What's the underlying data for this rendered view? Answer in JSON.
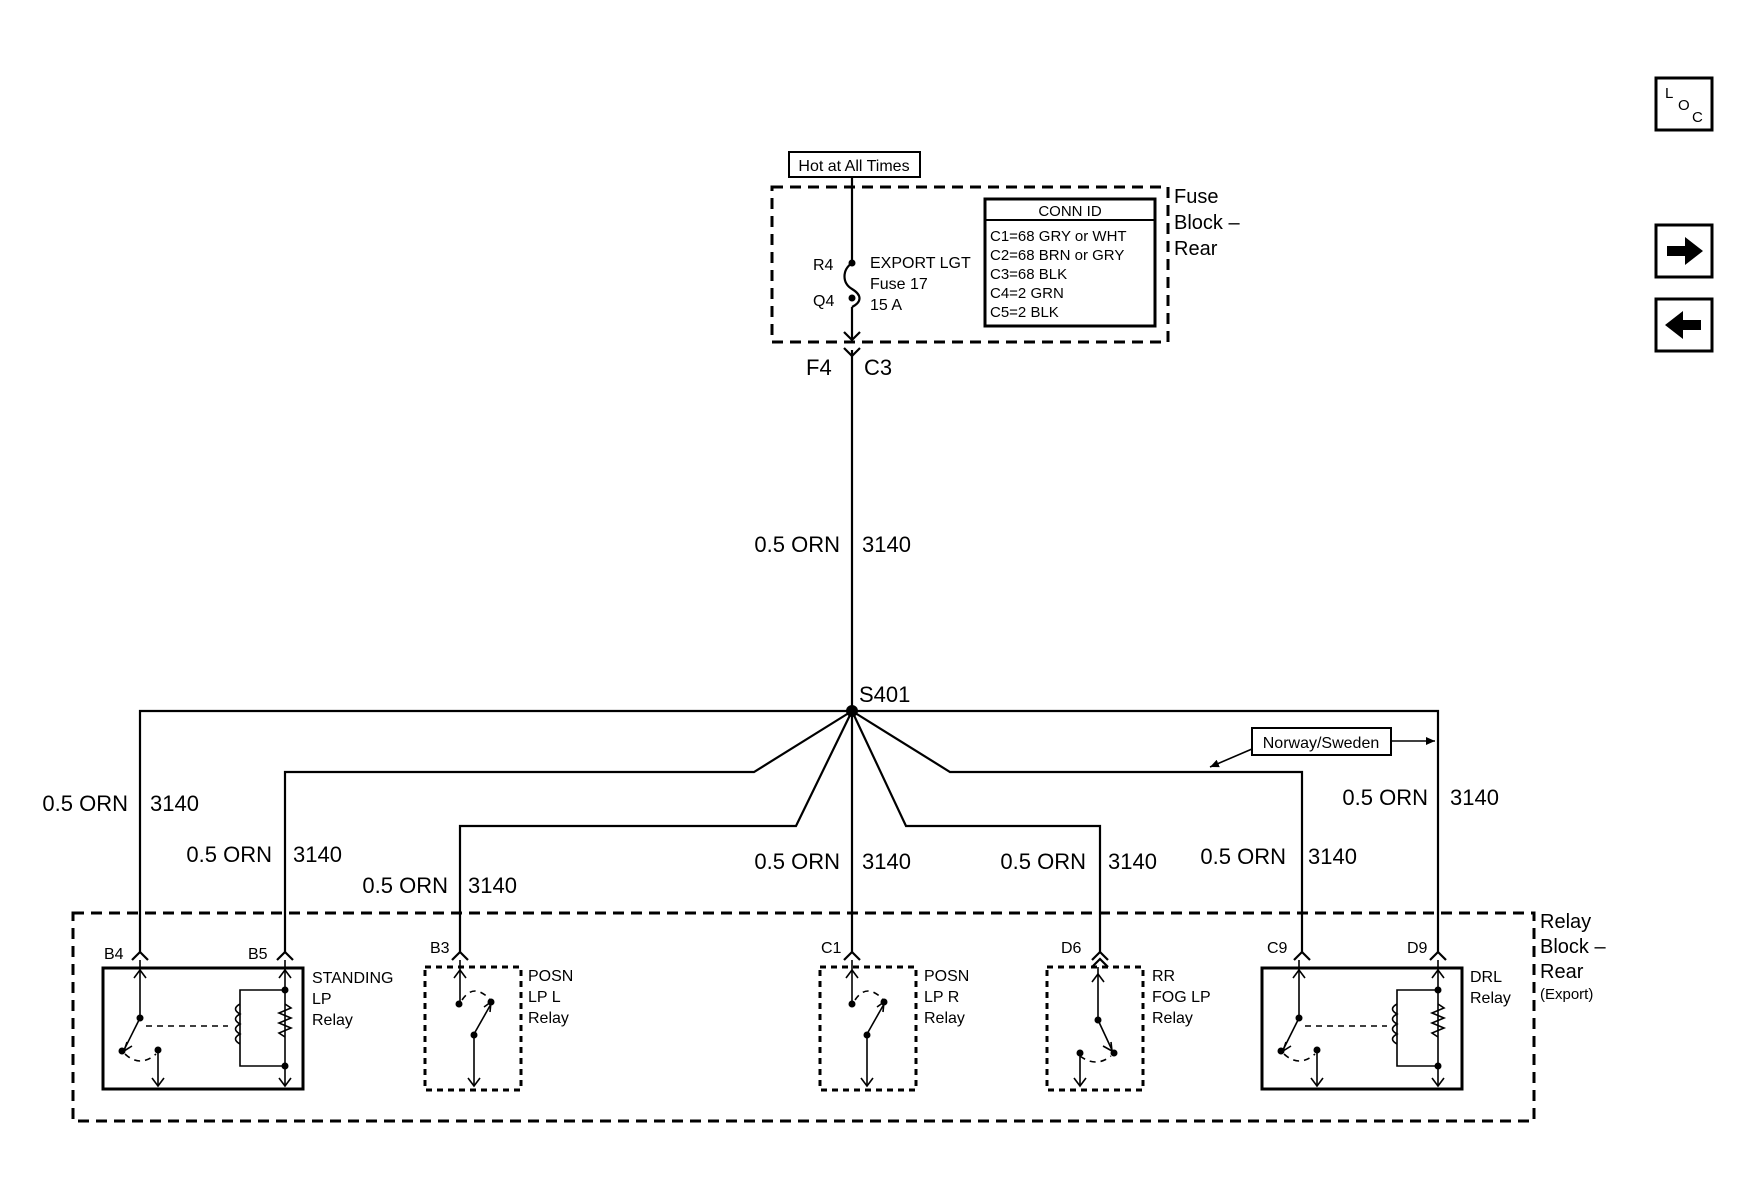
{
  "nav": {
    "loc_l": "L",
    "loc_o": "O",
    "loc_c": "C"
  },
  "top": {
    "hot_label": "Hot at All Times",
    "fuse_block_line1": "Fuse",
    "fuse_block_line2": "Block –",
    "fuse_block_line3": "Rear",
    "r4": "R4",
    "q4": "Q4",
    "fuse_name": "EXPORT LGT",
    "fuse_number": "Fuse 17",
    "fuse_rating": "15 A",
    "conn_title": "CONN ID",
    "conn_rows": [
      "C1=68 GRY or WHT",
      "C2=68 BRN or GRY",
      "C3=68 BLK",
      "C4=2 GRN",
      "C5=2 BLK"
    ],
    "f4": "F4",
    "c3": "C3"
  },
  "main_wire": {
    "size_color": "0.5 ORN",
    "circuit": "3140"
  },
  "splice": "S401",
  "option_label": "Norway/Sweden",
  "branches": [
    {
      "size_color": "0.5 ORN",
      "circuit": "3140"
    },
    {
      "size_color": "0.5 ORN",
      "circuit": "3140"
    },
    {
      "size_color": "0.5 ORN",
      "circuit": "3140"
    },
    {
      "size_color": "0.5 ORN",
      "circuit": "3140"
    },
    {
      "size_color": "0.5 ORN",
      "circuit": "3140"
    },
    {
      "size_color": "0.5 ORN",
      "circuit": "3140"
    },
    {
      "size_color": "0.5 ORN",
      "circuit": "3140"
    }
  ],
  "relay_block": {
    "line1": "Relay",
    "line2": "Block –",
    "line3": "Rear",
    "line4": "(Export)"
  },
  "pins": [
    "B4",
    "B5",
    "B3",
    "C1",
    "D6",
    "C9",
    "D9"
  ],
  "relays": {
    "standing": [
      "STANDING",
      "LP",
      "Relay"
    ],
    "posn_l": [
      "POSN",
      "LP  L",
      "Relay"
    ],
    "posn_r": [
      "POSN",
      "LP  R",
      "Relay"
    ],
    "fog": [
      "RR",
      "FOG LP",
      "Relay"
    ],
    "drl": [
      "DRL",
      "Relay"
    ]
  }
}
